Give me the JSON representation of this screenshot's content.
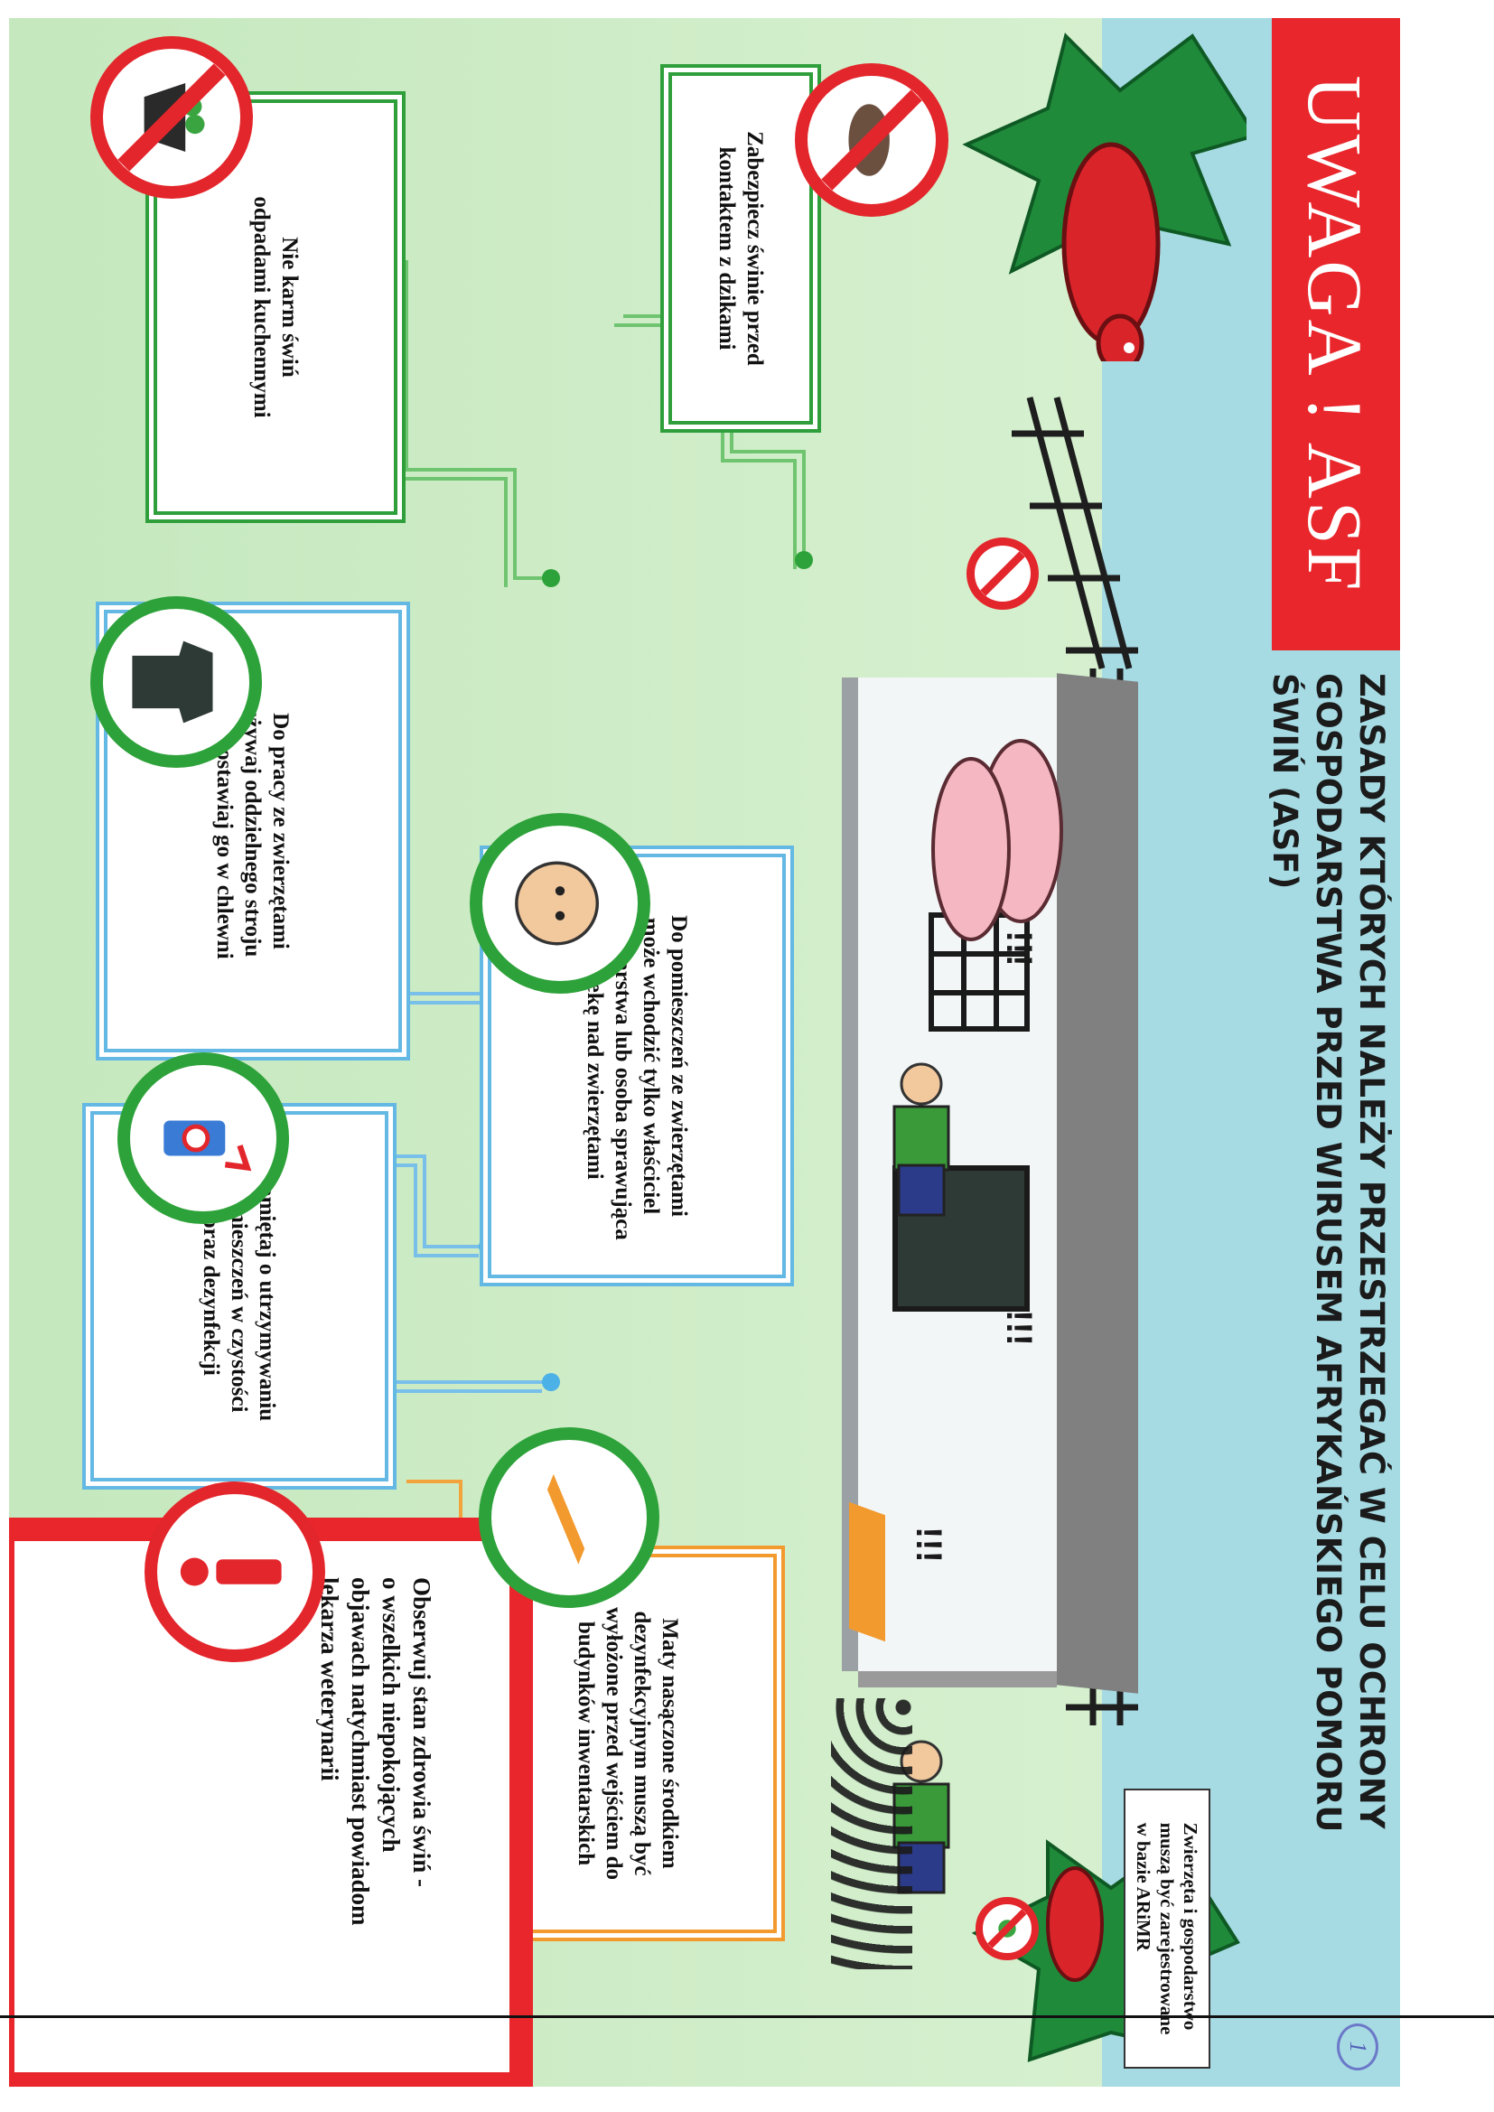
{
  "banner": {
    "title": "UWAGA ! ASF"
  },
  "heading": {
    "line1": "ZASADY KTÓRYCH NALEŻY PRZESTRZEGAĆ W CELU OCHRONY",
    "line2": "GOSPODARSTWA PRZED WIRUSEM AFRYKAŃSKIEGO POMORU",
    "line3": "ŚWIŃ (ASF)"
  },
  "page_number": "1",
  "tips": {
    "boar": "Zabezpiecz świnie przed\nkontaktem z dzikami",
    "food": "Nie karm świń\nodpadami kuchennymi",
    "clothes": "Do pracy ze zwierzętami\nużywaj oddzielnego stroju\ni pozostawiaj go w chlewni",
    "access": "Do pomieszczeń ze zwierzętami\nmoże wchodzić tylko właściciel\ngospodarstwa lub osoba sprawująca\nopiekę nad zwierzętami",
    "clean": "Pamiętaj o utrzymywaniu\npomieszczeń w czystości\noraz dezynfekcji",
    "mats": "Maty nasączone środkiem\ndezynfekcyjnym muszą być\nwyłożone przed wejściem do\nbudynków inwentarskich",
    "register": "Zwierzęta i gospodarstwo\nmuszą być zarejestrowane\nw bazie ARiMR",
    "health": "Obserwuj stan zdrowia świń -\no wszelkich niepokojących\nobjawach natychmiast powiadom\nlekarza weterynarii"
  },
  "colors": {
    "banner_red": "#e8262b",
    "green": "#2f9f3b",
    "blue": "#64b8e4",
    "orange": "#f29a2e",
    "sky": "#a6dbe4",
    "grass": "#c8e9c2"
  },
  "icons": [
    "no-wild-boar-icon",
    "no-kitchen-waste-icon",
    "clothing-icon",
    "farmer-face-icon",
    "disinfection-spray-icon",
    "disinfection-mat-icon",
    "warning-exclamation-icon",
    "no-entry-icon"
  ]
}
